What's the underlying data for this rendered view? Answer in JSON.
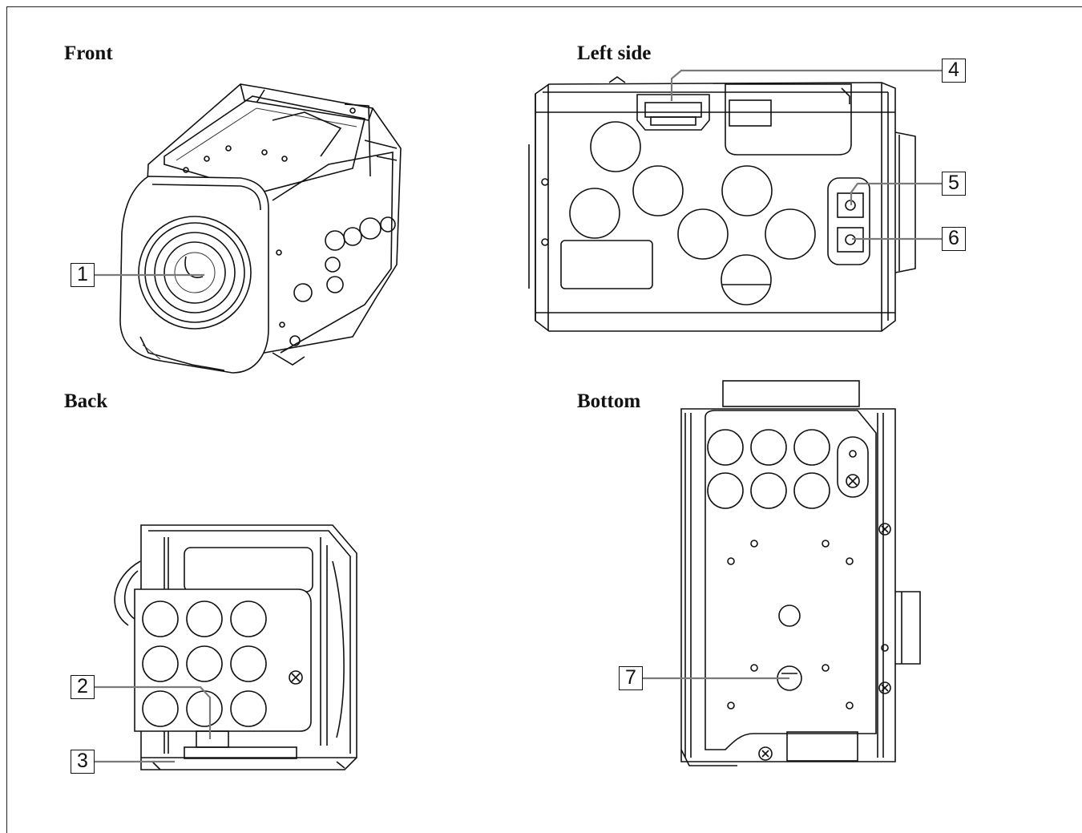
{
  "views": {
    "front": {
      "title": "Front"
    },
    "left_side": {
      "title": "Left side"
    },
    "back": {
      "title": "Back"
    },
    "bottom": {
      "title": "Bottom"
    }
  },
  "callouts": [
    {
      "number": "1"
    },
    {
      "number": "2"
    },
    {
      "number": "3"
    },
    {
      "number": "4"
    },
    {
      "number": "5"
    },
    {
      "number": "6"
    },
    {
      "number": "7"
    }
  ],
  "colors": {
    "line": "#111111",
    "leader": "#7a7a7a",
    "background": "#ffffff"
  }
}
